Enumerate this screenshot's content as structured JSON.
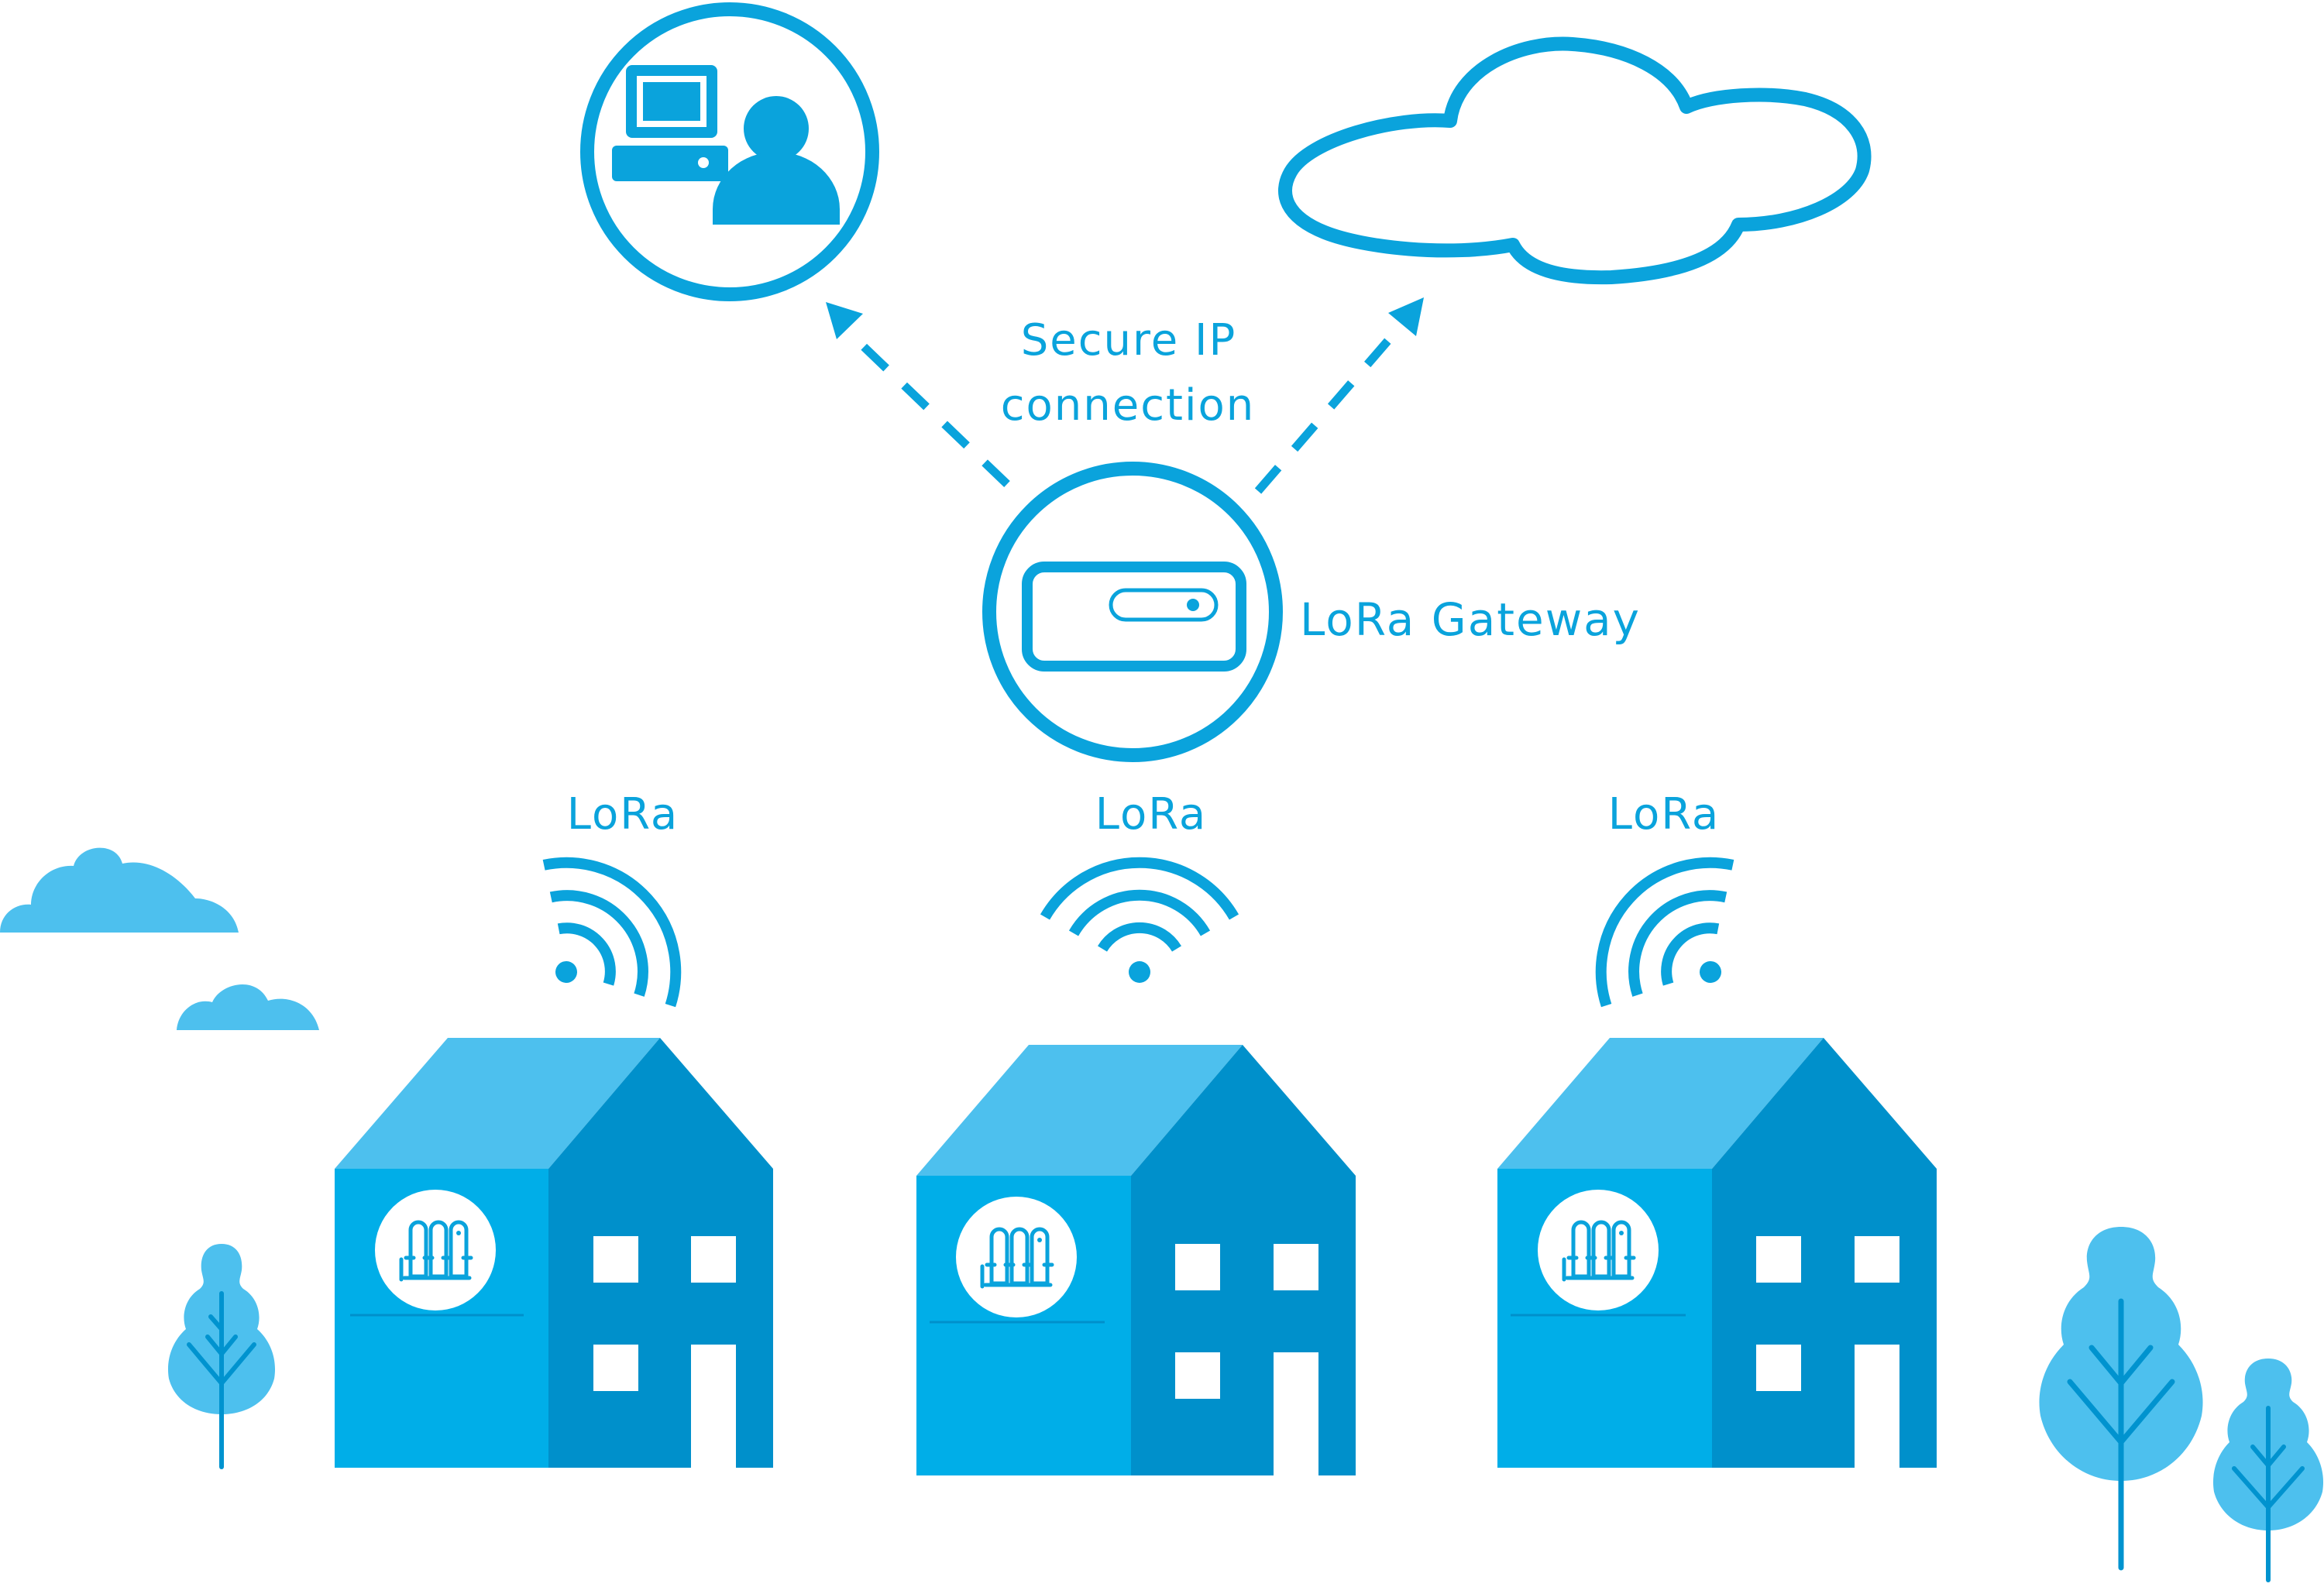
{
  "labels": {
    "secure_ip_line1": "Secure IP",
    "secure_ip_line2": "connection",
    "gateway": "LoRa Gateway",
    "lora_left": "LoRa",
    "lora_center": "LoRa",
    "lora_right": "LoRa"
  },
  "icons": {
    "user_terminal": "computer-user-icon",
    "cloud": "cloud-icon",
    "gateway_device": "gateway-device-icon",
    "meter": "meter-icon",
    "signal": "wifi-signal-icon",
    "tree": "tree-icon",
    "house": "house-icon"
  },
  "colors": {
    "line_blue": "#0aa3dc",
    "wall_front": "#00aee8",
    "wall_side": "#0090cb",
    "roof": "#4dc0ee",
    "sky_cloud": "#4dc0ee",
    "tree_fill": "#4dc0ee",
    "tree_trunk": "#0093cf"
  }
}
